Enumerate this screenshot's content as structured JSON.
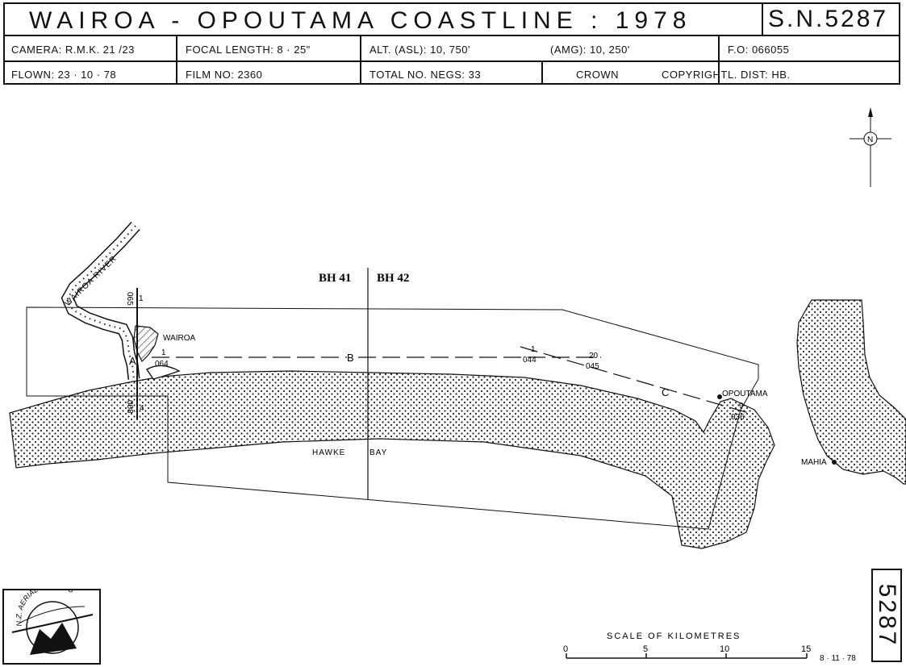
{
  "header": {
    "title": "WAIROA  -  OPOUTAMA  COASTLINE  :  1978",
    "sheet_no": "S.N.5287",
    "camera": "CAMERA: R.M.K. 21 /23",
    "focal_length": "FOCAL LENGTH: 8 · 25\"",
    "alt_asl": "ALT. (ASL): 10, 750'",
    "amg": "(AMG): 10, 250'",
    "fo": "F.O: 066055",
    "flown": "FLOWN: 23 · 10 · 78",
    "film_no": "FILM NO: 2360",
    "total_negs": "TOTAL NO. NEGS: 33",
    "crown": "CROWN",
    "copyright": "COPYRIGHT",
    "l_dist": "L. DIST:  HB."
  },
  "map": {
    "sheet_left": "BH 41",
    "sheet_right": "BH 42",
    "river": "WAIROA RIVER",
    "town_wairoa": "WAIROA",
    "town_opoutama": "OPOUTAMA",
    "town_mahia": "MAHIA",
    "bay_word1": "HAWKE",
    "bay_word2": "BAY",
    "north": "N",
    "run_a": "A",
    "run_b": "B",
    "run_c": "C",
    "a_top_neg": "1",
    "a_top_film": "065",
    "a_bot_neg": "4",
    "a_bot_film": "068",
    "b_start_neg": "1",
    "b_start_film": "064",
    "c_start_neg": "1",
    "c_start_film": "044",
    "c_mid_neg": "20",
    "c_mid_film": "045",
    "c_end_neg": "9",
    "c_end_film": "036"
  },
  "scale": {
    "title": "SCALE   OF   KILOMETRES",
    "ticks": [
      "0",
      "5",
      "10",
      "15"
    ],
    "date": "8 · 11 · 78"
  },
  "logo": {
    "text": "N.Z. AERIAL MAPPING"
  },
  "sheet_number": "5287"
}
